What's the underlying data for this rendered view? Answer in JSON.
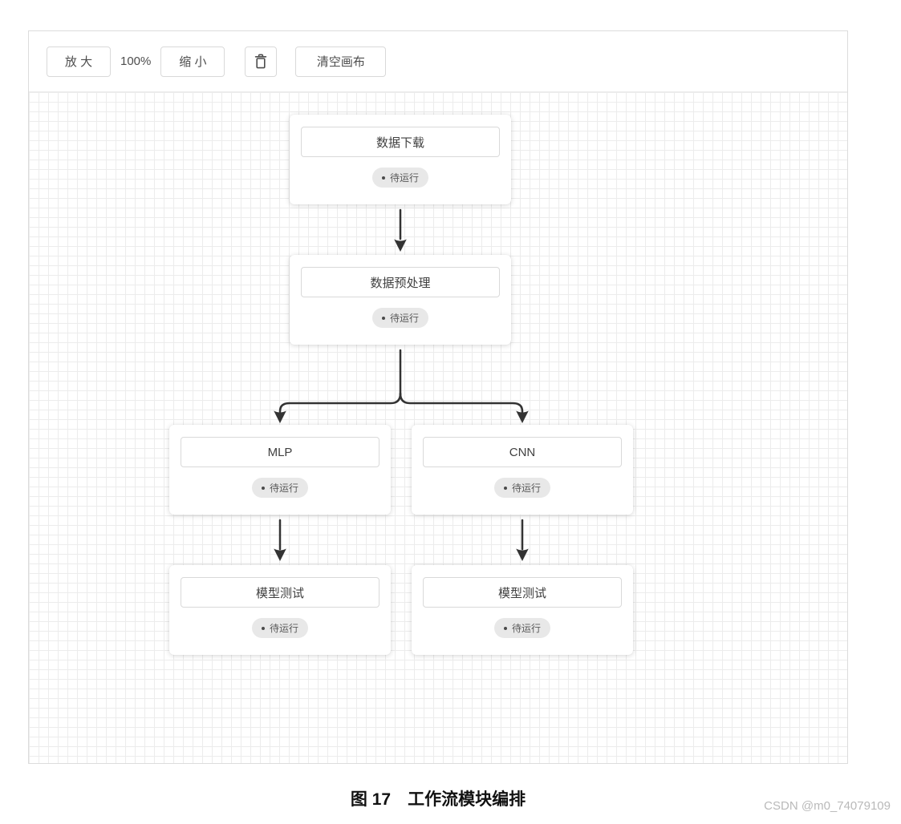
{
  "toolbar": {
    "zoom_in_label": "放 大",
    "zoom_level": "100%",
    "zoom_out_label": "缩 小",
    "trash_icon": "trash-icon",
    "clear_canvas_label": "清空画布"
  },
  "canvas": {
    "nodes": [
      {
        "id": "download",
        "title": "数据下载",
        "status": "待运行"
      },
      {
        "id": "preprocess",
        "title": "数据预处理",
        "status": "待运行"
      },
      {
        "id": "mlp",
        "title": "MLP",
        "status": "待运行"
      },
      {
        "id": "cnn",
        "title": "CNN",
        "status": "待运行"
      },
      {
        "id": "test-left",
        "title": "模型测试",
        "status": "待运行"
      },
      {
        "id": "test-right",
        "title": "模型测试",
        "status": "待运行"
      }
    ],
    "edges": [
      {
        "from": "download",
        "to": "preprocess"
      },
      {
        "from": "preprocess",
        "to": "mlp"
      },
      {
        "from": "preprocess",
        "to": "cnn"
      },
      {
        "from": "mlp",
        "to": "test-left"
      },
      {
        "from": "cnn",
        "to": "test-right"
      }
    ]
  },
  "caption": "图 17　工作流模块编排",
  "watermark": "CSDN @m0_74079109",
  "colors": {
    "arrow": "#333333",
    "grid_line": "#ececec",
    "badge_bg": "#e8e8e8",
    "badge_text": "#595959",
    "button_border": "#d9d9d9"
  }
}
